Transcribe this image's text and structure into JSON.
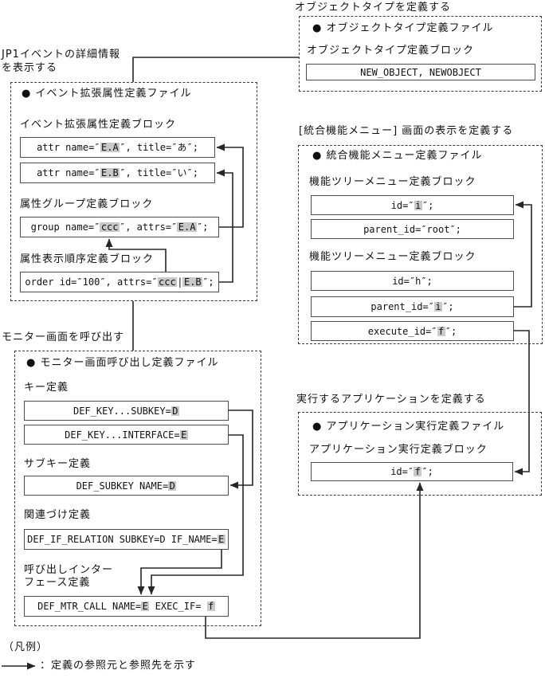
{
  "colors": {
    "highlight": "#c9c9c9",
    "line": "#262626",
    "box_border": "#4d4d4d",
    "background": "#ffffff"
  },
  "sections": {
    "object_type": {
      "caption": "オブジェクトタイプを定義する",
      "file_title": "● オブジェクトタイプ定義ファイル",
      "block_label": "オブジェクトタイプ定義ブロック",
      "code_newobject": [
        {
          "t": "NEW_OBJECT, NEWOBJECT"
        }
      ]
    },
    "event_attr": {
      "caption_line1": "JP1イベントの詳細情報",
      "caption_line2": "を表示する",
      "file_title": "● イベント拡張属性定義ファイル",
      "block1_label": "イベント拡張属性定義ブロック",
      "code_attr_a": [
        {
          "t": "attr name=″"
        },
        {
          "t": "E.A",
          "hl": true
        },
        {
          "t": "″, title=″あ″;"
        }
      ],
      "code_attr_b": [
        {
          "t": "attr name=″"
        },
        {
          "t": "E.B",
          "hl": true
        },
        {
          "t": "″, title=″い″;"
        }
      ],
      "block2_label": "属性グループ定義ブロック",
      "code_group": [
        {
          "t": "group name=″"
        },
        {
          "t": "ccc",
          "hl": true
        },
        {
          "t": "″, attrs=″"
        },
        {
          "t": "E.A",
          "hl": true
        },
        {
          "t": "″;"
        }
      ],
      "block3_label": "属性表示順序定義ブロック",
      "code_order": [
        {
          "t": "order id=″100″, attrs=″"
        },
        {
          "t": "ccc",
          "hl": true
        },
        {
          "t": "|"
        },
        {
          "t": "E.B",
          "hl": true
        },
        {
          "t": "″;"
        }
      ]
    },
    "menu": {
      "caption": "[統合機能メニュー] 画面の表示を定義する",
      "file_title": "● 統合機能メニュー定義ファイル",
      "block1_label": "機能ツリーメニュー定義ブロック",
      "code_id_i": [
        {
          "t": "id=″"
        },
        {
          "t": "i",
          "hl": true
        },
        {
          "t": "″;"
        }
      ],
      "code_parent_root": [
        {
          "t": "parent_id=″root″;"
        }
      ],
      "block2_label": "機能ツリーメニュー定義ブロック",
      "code_id_h": [
        {
          "t": "id=″h″;"
        }
      ],
      "code_parent_i": [
        {
          "t": "parent_id=″"
        },
        {
          "t": "i",
          "hl": true
        },
        {
          "t": "″;"
        }
      ],
      "code_execute_f": [
        {
          "t": "execute_id=″"
        },
        {
          "t": "f",
          "hl": true
        },
        {
          "t": "″;"
        }
      ]
    },
    "monitor": {
      "caption": "モニター画面を呼び出す",
      "file_title": "● モニター画面呼び出し定義ファイル",
      "key_label": "キー定義",
      "code_key_subkey": [
        {
          "t": "DEF_KEY...SUBKEY="
        },
        {
          "t": "D",
          "hl": true
        }
      ],
      "code_key_interface": [
        {
          "t": "DEF_KEY...INTERFACE="
        },
        {
          "t": "E",
          "hl": true
        }
      ],
      "subkey_label": "サブキー定義",
      "code_subkey": [
        {
          "t": "DEF_SUBKEY NAME="
        },
        {
          "t": "D",
          "hl": true
        }
      ],
      "relation_label": "関連づけ定義",
      "code_relation": [
        {
          "t": "DEF_IF_RELATION SUBKEY=D IF_NAME="
        },
        {
          "t": "E",
          "hl": true
        }
      ],
      "call_label_line1": "呼び出しインター",
      "call_label_line2": "フェース定義",
      "code_mtr_call": [
        {
          "t": "DEF_MTR_CALL NAME="
        },
        {
          "t": "E",
          "hl": true
        },
        {
          "t": " EXEC_IF= "
        },
        {
          "t": "f",
          "hl": true
        }
      ]
    },
    "app": {
      "caption": "実行するアプリケーションを定義する",
      "file_title": "● アプリケーション実行定義ファイル",
      "block_label": "アプリケーション実行定義ブロック",
      "code_id_f": [
        {
          "t": "id=″"
        },
        {
          "t": "f",
          "hl": true
        },
        {
          "t": "″;"
        }
      ]
    }
  },
  "legend": {
    "title": "（凡例）",
    "arrow_meaning": "：定義の参照元と参照先を示す"
  }
}
